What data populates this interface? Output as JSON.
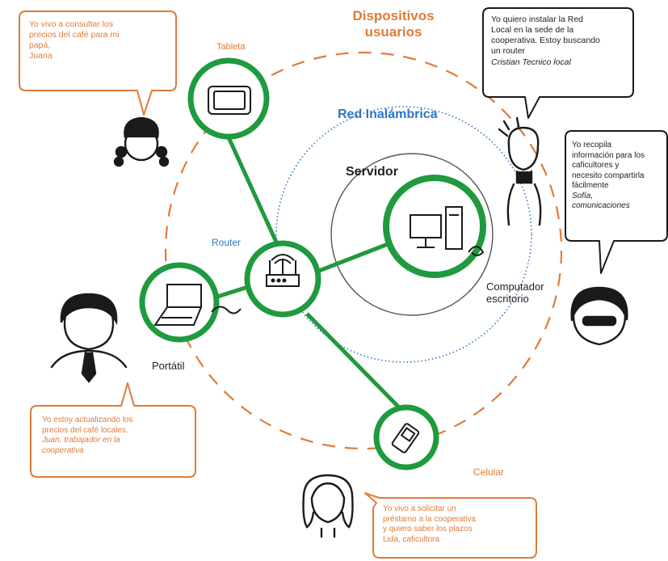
{
  "title": {
    "line1": "Dispositivos",
    "line2": "usuarios"
  },
  "labels": {
    "red_inalambrica": "Red Inalámbrica",
    "servidor": "Servidor",
    "router": "Router",
    "tableta": "Tableta",
    "portatil": "Portátil",
    "computador_line1": "Computador",
    "computador_line2": "escritorio",
    "celular": "Celular"
  },
  "bubbles": {
    "juana": {
      "lines": [
        "Yo vivo a consultar los",
        "precios del café para mi",
        "papá,"
      ],
      "author": "Juana"
    },
    "cristian": {
      "lines": [
        "Yo quiero instalar la Red",
        "Local en la sede de la",
        "cooperativa. Estoy buscando",
        "un router"
      ],
      "author": "Cristian Tecnico local"
    },
    "sofia": {
      "lines": [
        "Yo recopila",
        "información para los",
        "caficultores y",
        "necesito compartirla",
        "fácilmente"
      ],
      "author_line1": "Sofía,",
      "author_line2": "comunicaciones"
    },
    "juan": {
      "lines": [
        "Yo estoy actualizando los",
        "precios del café locales."
      ],
      "author_line1": "Juan, trabajador en la",
      "author_line2": "cooperativa"
    },
    "lida": {
      "lines": [
        "Yo vivo a solicitar un",
        "préstamo a la cooperativa",
        "y quiero saber los plazos"
      ],
      "author": "Lida, caficultora"
    }
  },
  "colors": {
    "green": "#1f9a3e",
    "orange": "#e07b39",
    "blue": "#2e75c8",
    "ink": "#1a1a1a"
  },
  "icons": [
    "tablet-icon",
    "desktop-computer-icon",
    "router-icon",
    "laptop-icon",
    "mobile-phone-icon"
  ]
}
